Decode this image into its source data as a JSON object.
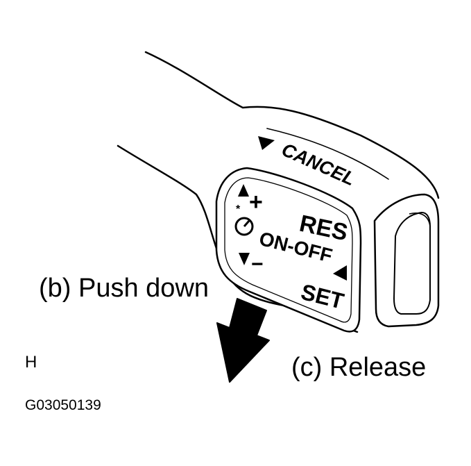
{
  "lever": {
    "cancel": "CANCEL",
    "plus": "+",
    "res": "RES",
    "on_off": "ON-OFF",
    "minus": "−",
    "set": "SET"
  },
  "labels": {
    "push_down": "(b) Push down",
    "release": "(c) Release",
    "view_letter": "H",
    "figure_code": "G03050139"
  },
  "icons": {
    "push": "arrow-down-icon",
    "speedometer": "speedometer-icon"
  }
}
